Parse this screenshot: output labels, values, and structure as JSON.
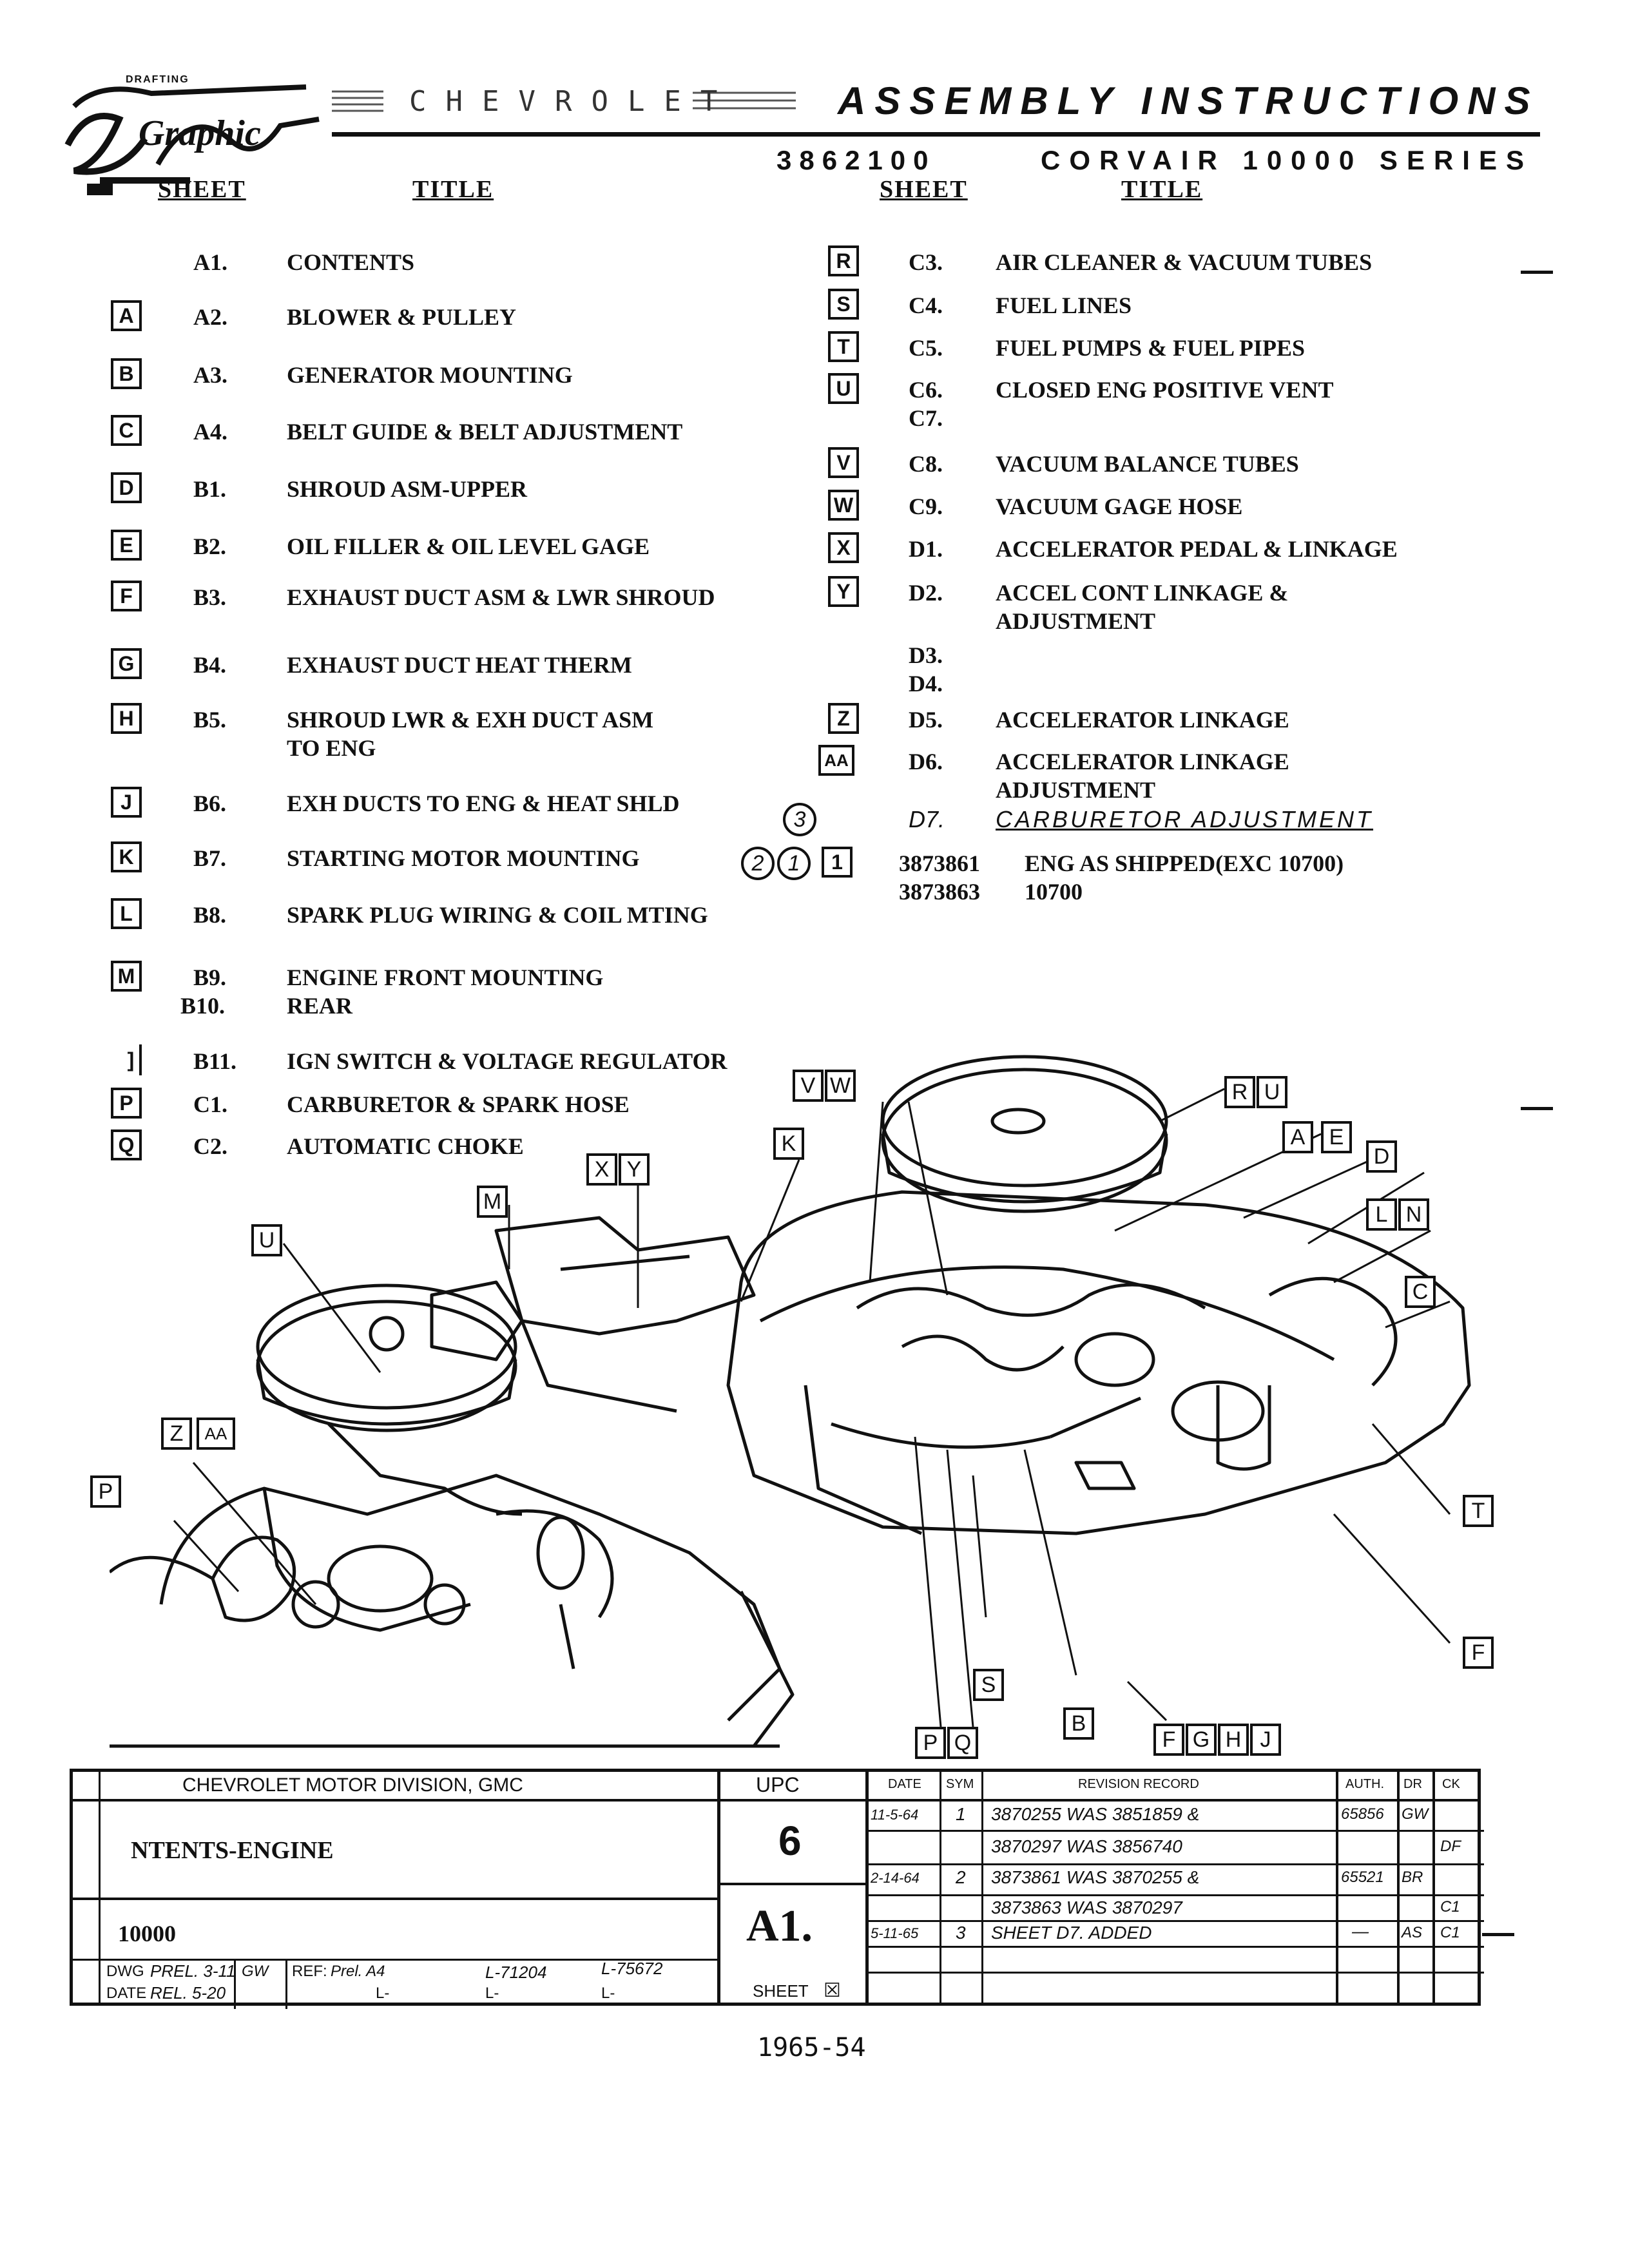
{
  "header": {
    "logo_top": "DRAFTING",
    "logo_script": "Graphic",
    "brand_band": "CHEVROLET",
    "title": "ASSEMBLY INSTRUCTIONS",
    "part_number": "3862100",
    "series": "CORVAIR 10000 SERIES"
  },
  "columns": {
    "sheet_label": "SHEET",
    "title_label": "TITLE"
  },
  "left_rows": [
    {
      "box": "",
      "code": "A1.",
      "title": "CONTENTS"
    },
    {
      "box": "A",
      "code": "A2.",
      "title": "BLOWER & PULLEY"
    },
    {
      "box": "B",
      "code": "A3.",
      "title": "GENERATOR MOUNTING"
    },
    {
      "box": "C",
      "code": "A4.",
      "title": "BELT GUIDE & BELT ADJUSTMENT"
    },
    {
      "box": "D",
      "code": "B1.",
      "title": "SHROUD ASM-UPPER"
    },
    {
      "box": "E",
      "code": "B2.",
      "title": "OIL FILLER & OIL LEVEL GAGE"
    },
    {
      "box": "F",
      "code": "B3.",
      "title": "EXHAUST DUCT ASM & LWR SHROUD"
    },
    {
      "box": "G",
      "code": "B4.",
      "title": "EXHAUST DUCT HEAT THERM"
    },
    {
      "box": "H",
      "code": "B5.",
      "title": "SHROUD LWR & EXH DUCT ASM",
      "title2": "TO ENG"
    },
    {
      "box": "J",
      "code": "B6.",
      "title": "EXH DUCTS TO ENG & HEAT SHLD"
    },
    {
      "box": "K",
      "code": "B7.",
      "title": "STARTING MOTOR MOUNTING"
    },
    {
      "box": "L",
      "code": "B8.",
      "title": "SPARK PLUG WIRING & COIL MTING"
    },
    {
      "box": "M",
      "code": "B9.",
      "code2": "B10.",
      "title": "ENGINE FRONT MOUNTING",
      "title2": "REAR"
    },
    {
      "box": "]",
      "code": "B11.",
      "title": "IGN SWITCH & VOLTAGE REGULATOR"
    },
    {
      "box": "P",
      "code": "C1.",
      "title": "CARBURETOR & SPARK HOSE"
    },
    {
      "box": "Q",
      "code": "C2.",
      "title": "AUTOMATIC CHOKE"
    }
  ],
  "right_rows": [
    {
      "box": "R",
      "code": "C3.",
      "title": "AIR CLEANER & VACUUM TUBES"
    },
    {
      "box": "S",
      "code": "C4.",
      "title": "FUEL LINES"
    },
    {
      "box": "T",
      "code": "C5.",
      "title": "FUEL PUMPS & FUEL PIPES"
    },
    {
      "box": "U",
      "code": "C6.",
      "code2": "C7.",
      "title": "CLOSED ENG POSITIVE VENT"
    },
    {
      "box": "V",
      "code": "C8.",
      "title": "VACUUM BALANCE TUBES"
    },
    {
      "box": "W",
      "code": "C9.",
      "title": "VACUUM GAGE HOSE"
    },
    {
      "box": "X",
      "code": "D1.",
      "title": "ACCELERATOR PEDAL & LINKAGE"
    },
    {
      "box": "Y",
      "code": "D2.",
      "title": "ACCEL CONT LINKAGE &",
      "title2": "ADJUSTMENT"
    },
    {
      "box": "",
      "code": "D3.",
      "code2": "D4.",
      "title": ""
    },
    {
      "box": "Z",
      "code": "D5.",
      "title": "ACCELERATOR LINKAGE"
    },
    {
      "box": "AA",
      "code": "D6.",
      "title": "ACCELERATOR LINKAGE",
      "title2": "ADJUSTMENT"
    },
    {
      "circle": "3",
      "code": "D7.",
      "title": "CARBURETOR ADJUSTMENT"
    },
    {
      "circles": [
        "2",
        "1"
      ],
      "box": "1",
      "code": "3873861",
      "code2": "3873863",
      "title": "ENG AS SHIPPED(EXC 10700)",
      "title2": "10700"
    }
  ],
  "callouts": [
    "V",
    "W",
    "R",
    "U",
    "A",
    "E",
    "D",
    "L",
    "N",
    "C",
    "T",
    "F",
    "K",
    "X",
    "Y",
    "M",
    "U",
    "Z",
    "AA",
    "P",
    "S",
    "B",
    "P",
    "Q",
    "F",
    "G",
    "H",
    "J"
  ],
  "title_block": {
    "division": "CHEVROLET MOTOR DIVISION, GMC",
    "upc_label": "UPC",
    "upc": "6",
    "doc_title": "NTENTS-ENGINE",
    "model": "10000",
    "sheet_no": "A1.",
    "sheet_label": "SHEET",
    "dwg_label": "DWG",
    "date_label": "DATE",
    "prel_dwg": "PREL. 3-11",
    "rel_date": "REL. 5-20",
    "drafter": "GW",
    "ref_label": "REF:",
    "ref_vals": [
      "Prel. A4",
      "L-71204",
      "L-75672",
      "L-",
      "L-",
      "L-"
    ],
    "rev_headers": [
      "DATE",
      "SYM",
      "REVISION RECORD",
      "AUTH.",
      "DR",
      "CK"
    ],
    "revisions": [
      {
        "date": "11-5-64",
        "sym": "1",
        "record": "3870255 WAS 3851859 &",
        "record2": "3870297 WAS 3856740",
        "auth": "65856",
        "dr": "GW",
        "ck": "DF"
      },
      {
        "date": "2-14-64",
        "sym": "2",
        "record": "3873861 WAS 3870255 &",
        "record2": "3873863 WAS 3870297",
        "auth": "65521",
        "dr": "BR",
        "ck": "C1"
      },
      {
        "date": "5-11-65",
        "sym": "3",
        "record": "SHEET D7. ADDED",
        "auth": "—",
        "dr": "AS",
        "ck": "C1"
      }
    ]
  },
  "footer": "1965-54"
}
